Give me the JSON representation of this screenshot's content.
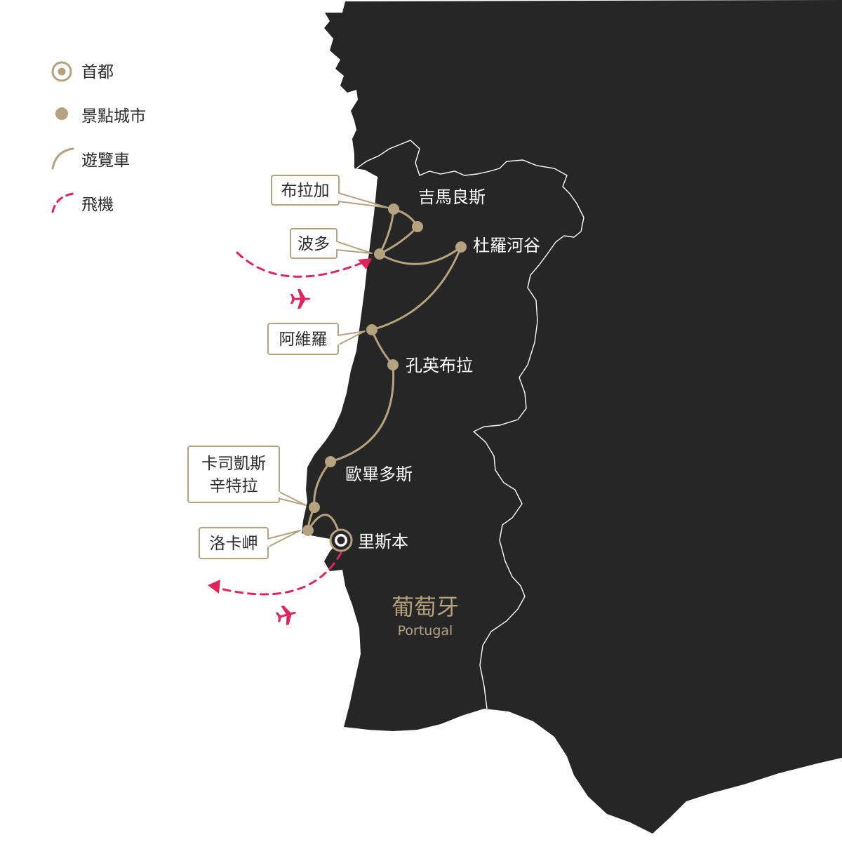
{
  "legend": {
    "capital": "首都",
    "city": "景點城市",
    "bus": "遊覽車",
    "plane": "飛機"
  },
  "cities": {
    "braga": "布拉加",
    "guimaraes": "吉馬良斯",
    "porto": "波多",
    "douro": "杜羅河谷",
    "aveiro": "阿維羅",
    "coimbra": "孔英布拉",
    "obidos": "歐畢多斯",
    "cascais_line1": "卡司凱斯",
    "cascais_line2": "辛特拉",
    "cabo_da_roca": "洛卡岬",
    "lisbon": "里斯本"
  },
  "country": {
    "name": "葡萄牙",
    "name_en": "Portugal"
  },
  "colors": {
    "land": "#262626",
    "border": "#ffffff",
    "gold": "#b5a27e",
    "plane": "#e0245e",
    "text": "#2b2b2b"
  }
}
